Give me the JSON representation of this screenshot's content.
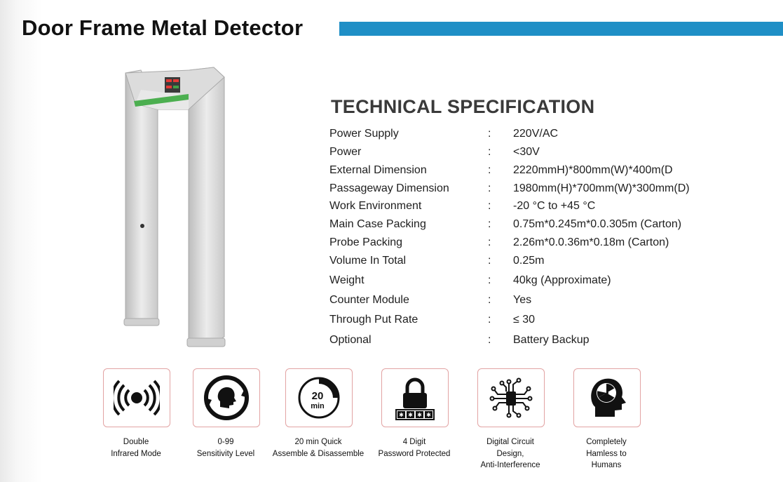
{
  "header": {
    "title": "Door Frame Metal Detector",
    "accent_color": "#1f8fc6"
  },
  "product_image": {
    "name": "walk-through-metal-detector-photo"
  },
  "spec": {
    "heading": "TECHNICAL SPECIFICATION",
    "separator": ":",
    "rows": [
      {
        "label": "Power Supply",
        "value": "220V/AC"
      },
      {
        "label": "Power",
        "value": "<30V"
      },
      {
        "label": "External Dimension",
        "value": "2220mmH)*800mm(W)*400m(D"
      },
      {
        "label": "Passageway Dimension",
        "value": "1980mm(H)*700mm(W)*300mm(D)"
      },
      {
        "label": "Work Environment",
        "value": "-20  °C  to +45    °C"
      },
      {
        "label": "Main Case Packing",
        "value": "0.75m*0.245m*0.0.305m (Carton)"
      },
      {
        "label": "Probe Packing",
        "value": "2.26m*0.0.36m*0.18m (Carton)"
      },
      {
        "label": "Volume In Total",
        "value": "0.25m"
      },
      {
        "label": "Weight",
        "value": "40kg (Approximate)"
      },
      {
        "label": "Counter Module",
        "value": "Yes"
      },
      {
        "label": "Through Put Rate",
        "value": "≤ 30"
      },
      {
        "label": "Optional",
        "value": "Battery Backup"
      }
    ]
  },
  "features": [
    {
      "icon": "infrared-signal-icon",
      "caption": [
        "Double",
        "Infrared Mode"
      ]
    },
    {
      "icon": "head-sensitivity-icon",
      "caption": [
        "0-99",
        "Sensitivity Level"
      ]
    },
    {
      "icon": "timer-icon",
      "icon_text": [
        "20",
        "min"
      ],
      "caption": [
        "20 min Quick",
        "Assemble & Disassemble"
      ]
    },
    {
      "icon": "padlock-password-icon",
      "caption": [
        "4 Digit",
        "Password Protected"
      ]
    },
    {
      "icon": "circuit-chip-icon",
      "caption": [
        "Digital Circuit",
        "Design,",
        "Anti-Interference"
      ]
    },
    {
      "icon": "radiation-head-icon",
      "caption": [
        "Completely",
        "Hamless to",
        "Humans"
      ]
    }
  ]
}
